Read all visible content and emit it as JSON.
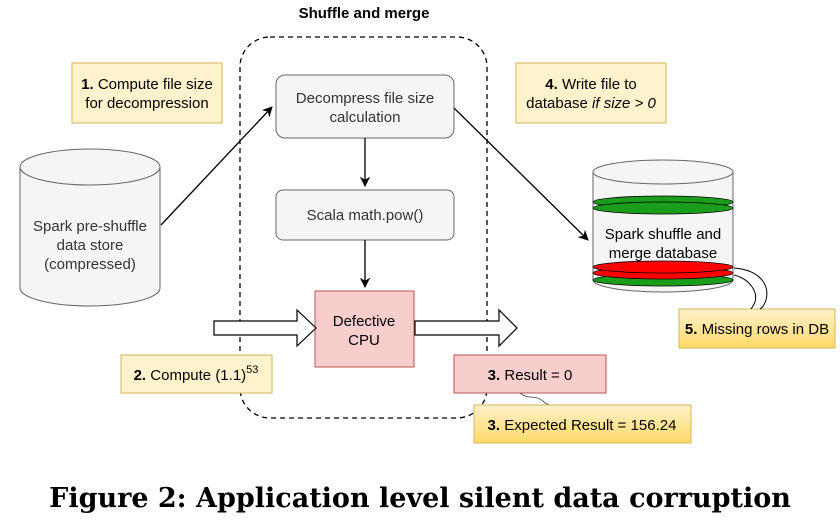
{
  "group_title": "Shuffle and merge",
  "step1": {
    "num": "1.",
    "line1": "Compute file size",
    "line2": "for decompression"
  },
  "step2": {
    "num": "2.",
    "text": "Compute (1.1)",
    "superscript": "53"
  },
  "step3a": {
    "num": "3.",
    "text": "Result = 0"
  },
  "step3b": {
    "num": "3.",
    "text": "Expected Result = 156.24"
  },
  "step4": {
    "num": "4.",
    "line1": "Write file to",
    "line2_prefix": "database ",
    "line2_italic": "if size > 0"
  },
  "step5": {
    "num": "5.",
    "text": "Missing rows in DB"
  },
  "decompress_box": {
    "line1": "Decompress file size",
    "line2": "calculation"
  },
  "scala_box": {
    "text": "Scala math.pow()"
  },
  "cpu_box": {
    "line1": "Defective",
    "line2": "CPU"
  },
  "left_store": {
    "line1": "Spark pre-shuffle",
    "line2": "data store",
    "line3": "(compressed)"
  },
  "right_db": {
    "line1": "Spark shuffle and",
    "line2": "merge database"
  },
  "caption": "Figure 2: Application level silent data corruption",
  "colors": {
    "note_fill": "#fff2cc",
    "note_stroke": "#d6b656",
    "cpu_fill": "#f8cecc",
    "cpu_stroke": "#b85450",
    "process_fill": "#f5f5f5",
    "process_stroke": "#666666",
    "good_row": "#1a9d1a",
    "bad_row": "#ff0000"
  }
}
